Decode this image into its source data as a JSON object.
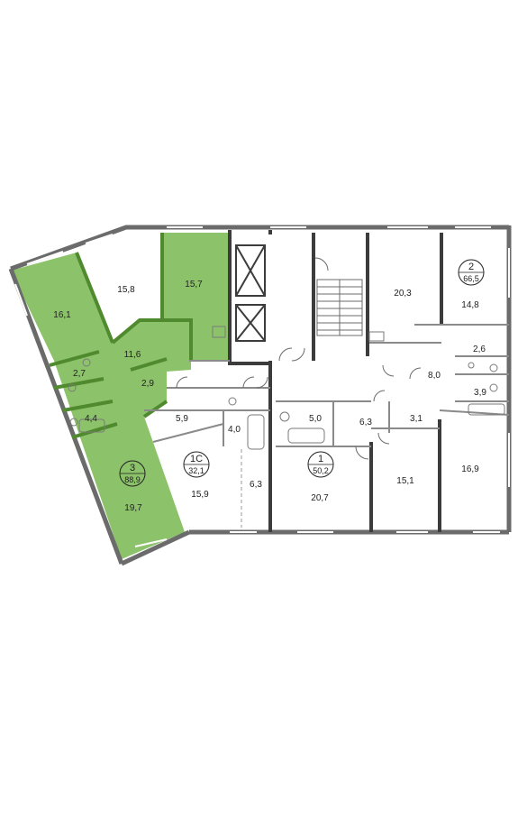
{
  "plan": {
    "colors": {
      "wall": "#6b6b6b",
      "highlight": "#8cc26a",
      "highlight_wall": "#4f8a2e",
      "background": "#ffffff",
      "thin_line": "#9a9a9a"
    },
    "apartments": [
      {
        "id": "apt-3",
        "number": "3",
        "area": "88,9",
        "highlighted": true
      },
      {
        "id": "apt-1c",
        "number": "1С",
        "area": "32,1",
        "highlighted": false
      },
      {
        "id": "apt-1",
        "number": "1",
        "area": "50,2",
        "highlighted": false
      },
      {
        "id": "apt-2",
        "number": "2",
        "area": "66,5",
        "highlighted": false
      }
    ],
    "rooms": {
      "r161": "16,1",
      "r158": "15,8",
      "r157": "15,7",
      "r116": "11,6",
      "r27a": "2,7",
      "r29": "2,9",
      "r44": "4,4",
      "r197": "19,7",
      "r59": "5,9",
      "r40": "4,0",
      "r159": "15,9",
      "r63a": "6,3",
      "r50": "5,0",
      "r63b": "6,3",
      "r31": "3,1",
      "r207": "20,7",
      "r151": "15,1",
      "r169": "16,9",
      "r203": "20,3",
      "r148": "14,8",
      "r26": "2,6",
      "r80": "8,0",
      "r39": "3,9"
    }
  }
}
